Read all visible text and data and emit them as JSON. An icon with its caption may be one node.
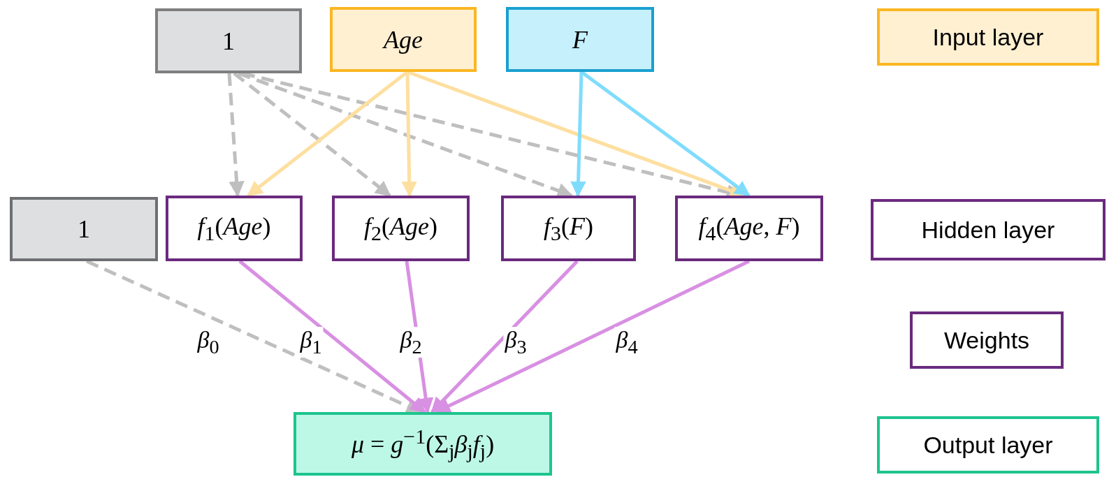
{
  "diagram": {
    "nodes": [
      {
        "text": [
          "1"
        ]
      },
      {
        "text": [
          "Age"
        ]
      },
      {
        "text": [
          "F"
        ]
      },
      {
        "text": [
          "Input layer"
        ]
      },
      {
        "text": [
          "1"
        ]
      },
      {
        "text": [
          "*f*$_{1}$(*Age*)"
        ]
      },
      {
        "text": [
          "*f*$_{2}$(*Age*)"
        ]
      },
      {
        "text": [
          "*f*$_{3}$(*F*)"
        ]
      },
      {
        "text": [
          "*f*$_{4}$(*Age*, *F*)"
        ]
      },
      {
        "text": [
          "Hidden layer"
        ]
      },
      {
        "text": [
          "Weights"
        ]
      },
      {
        "text": [
          "*μ* = *g*$^{−1}$(Σ$_{j}$*β*$_{j}$*f*$_{j}$)"
        ]
      },
      {
        "text": [
          "Output layer"
        ]
      }
    ],
    "edges": [
      {
        "from": 0,
        "to": 5,
        "arrow": "to",
        "style": "dashed"
      },
      {
        "from": 0,
        "to": 6,
        "arrow": "to",
        "style": "dashed"
      },
      {
        "from": 0,
        "to": 7,
        "arrow": "to",
        "style": "dashed"
      },
      {
        "from": 0,
        "to": 8,
        "arrow": "to",
        "style": "dashed"
      },
      {
        "from": 1,
        "to": 5,
        "arrow": "to",
        "color": "#fddfa0"
      },
      {
        "from": 1,
        "to": 6,
        "arrow": "to",
        "color": "#fddfa0"
      },
      {
        "from": 1,
        "to": 8,
        "arrow": "to",
        "color": "#fddfa0"
      },
      {
        "from": 2,
        "to": 7,
        "arrow": "to",
        "color": "#80dcfc"
      },
      {
        "from": 2,
        "to": 8,
        "arrow": "to",
        "color": "#80dcfc"
      },
      {
        "from": 4,
        "to": 11,
        "arrow": "to",
        "style": "dashed",
        "label": "*β*$_{0}$"
      },
      {
        "from": 5,
        "to": 11,
        "arrow": "to",
        "color": "#d890e2",
        "label": "*β*$_{1}$"
      },
      {
        "from": 6,
        "to": 11,
        "arrow": "to",
        "color": "#d890e2",
        "label": "*β*$_{2}$"
      },
      {
        "from": 7,
        "to": 11,
        "arrow": "to",
        "color": "#d890e2",
        "label": "*β*$_{3}$"
      },
      {
        "from": 8,
        "to": 11,
        "arrow": "to",
        "color": "#d890e2",
        "label": "*β*$_{4}$"
      }
    ]
  }
}
